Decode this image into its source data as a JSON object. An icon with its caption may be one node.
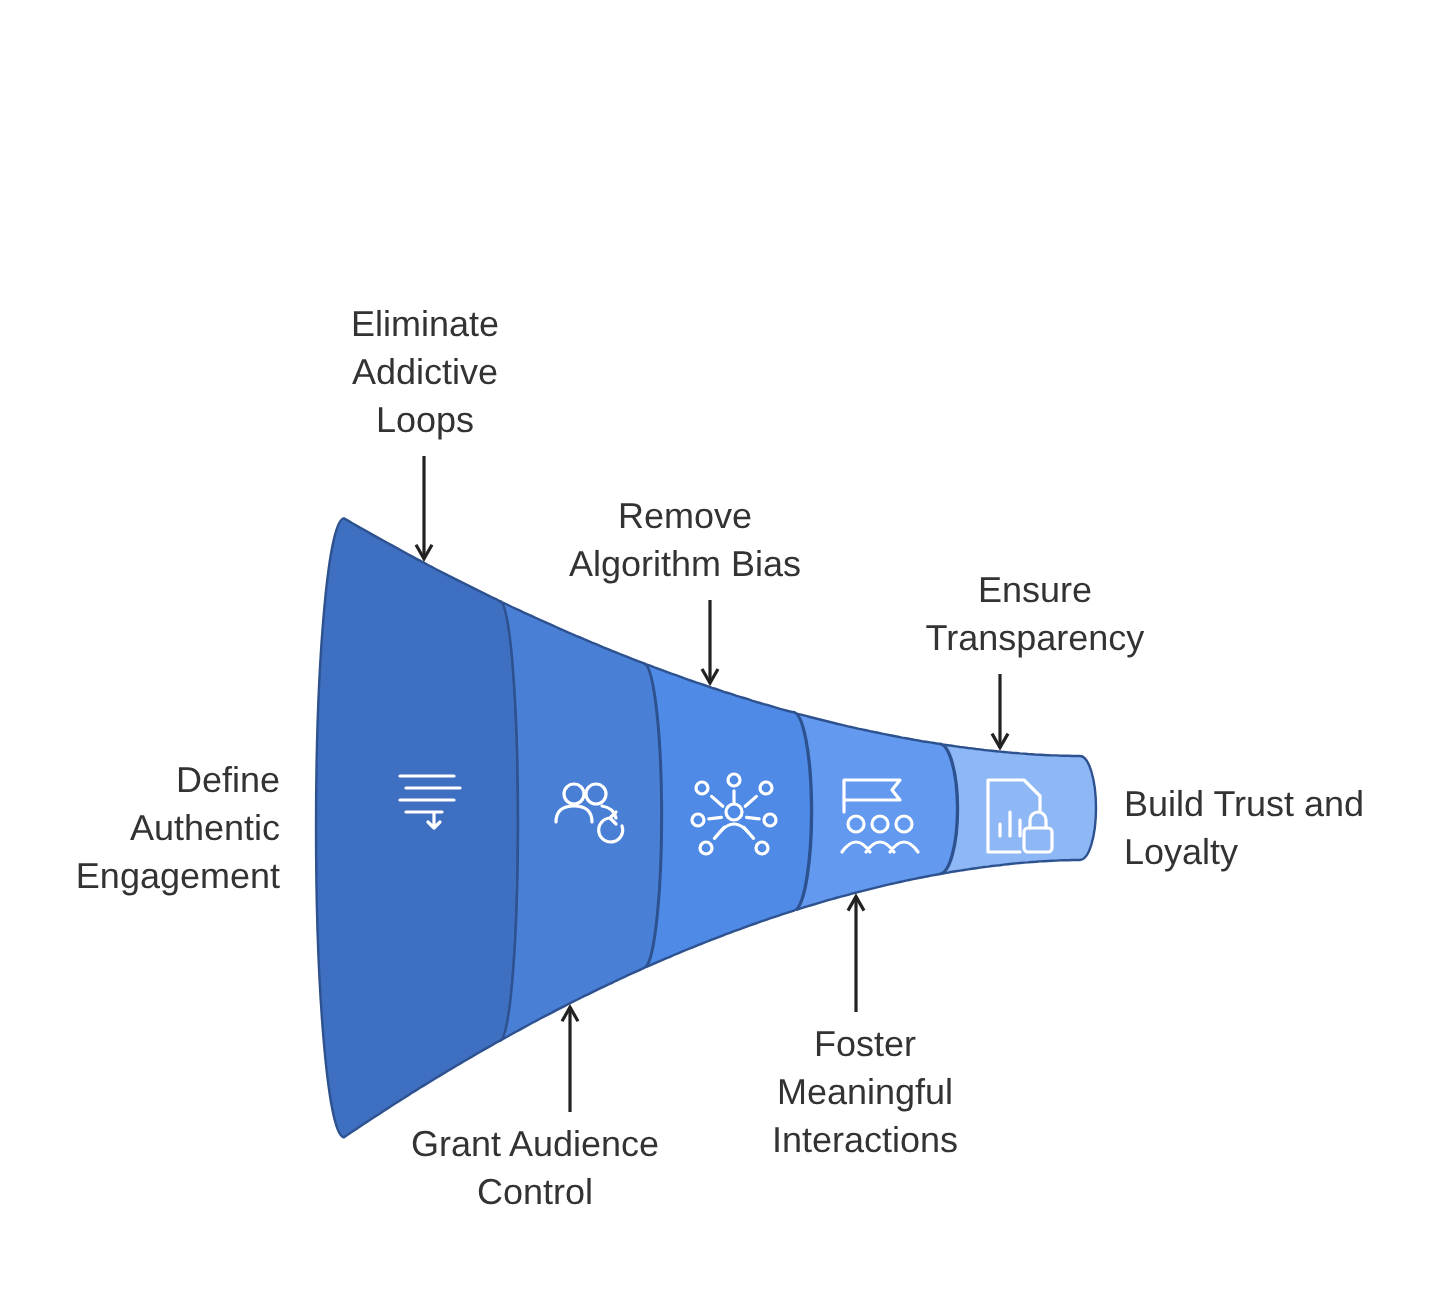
{
  "diagram": {
    "nodes": [
      {
        "text": [],
        "shape": "band",
        "beside": [
          "Define Authentic Engagement"
        ]
      },
      {
        "text": [],
        "shape": "band"
      },
      {
        "text": [],
        "shape": "band"
      },
      {
        "text": [],
        "shape": "band"
      },
      {
        "text": [],
        "shape": "band",
        "beside": [
          "Build Trust and Loyalty"
        ]
      },
      {
        "text": [
          "Eliminate Addictive Loops"
        ]
      },
      {
        "text": [
          "Grant Audience Control"
        ]
      },
      {
        "text": [
          "Remove Algorithm Bias"
        ]
      },
      {
        "text": [
          "Foster Meaningful Interactions"
        ]
      },
      {
        "text": [
          "Ensure Transparency"
        ]
      }
    ],
    "edges": [
      {
        "from": 5,
        "to": 0,
        "arrow": "to"
      },
      {
        "from": 6,
        "to": 1,
        "arrow": "to"
      },
      {
        "from": 7,
        "to": 2,
        "arrow": "to"
      },
      {
        "from": 8,
        "to": 3,
        "arrow": "to"
      },
      {
        "from": 9,
        "to": 4,
        "arrow": "to"
      }
    ]
  }
}
